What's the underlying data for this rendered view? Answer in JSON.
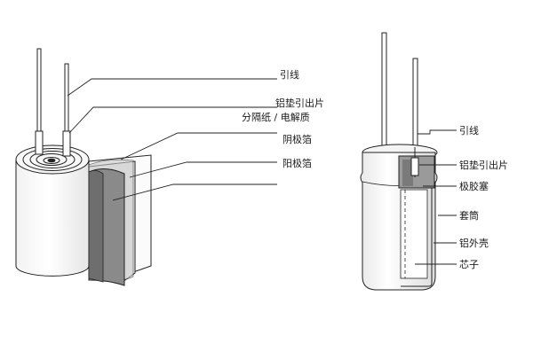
{
  "left_diagram": {
    "labels": {
      "lead": "引线",
      "al_tab": "铝垫引出片",
      "separator": "分隔纸 / 电解质",
      "cathode_foil": "阴极箔",
      "anode_foil": "阳极箔"
    }
  },
  "right_diagram": {
    "labels": {
      "lead": "引线",
      "al_tab": "铝垫引出片",
      "rubber_plug": "极胶塞",
      "sleeve": "套筒",
      "al_case": "铝外壳",
      "core": "芯子"
    }
  },
  "colors": {
    "line": "#222222",
    "text": "#1a1a1a",
    "foil_dark": "#8a8a8a",
    "foil_mid": "#b5b5b5",
    "foil_light": "#e4e4e4",
    "plug": "#9a9a9a"
  }
}
